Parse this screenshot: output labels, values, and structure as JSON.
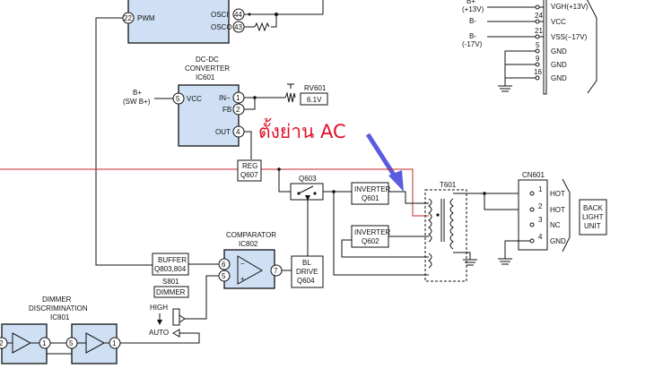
{
  "colors": {
    "ic_fill": "#cfe0f5",
    "signal_line": "#c0282e",
    "arrow": "#5b5be0",
    "note": "#e0102a",
    "wire": "#111111"
  },
  "top_ic": {
    "pin22": "22",
    "pwm": "PWM",
    "pin44": "44",
    "osci": "OSCI",
    "pin43": "43",
    "osco": "OSCO"
  },
  "connector_top": {
    "left_labels": [
      "B+",
      "(+13V)",
      "B-",
      "B-",
      "(-17V)"
    ],
    "pin_numbers": [
      "24",
      "21",
      "5",
      "9",
      "16"
    ],
    "pin_names": [
      "VGH(+13V)",
      "VCC",
      "VSS(−17V)",
      "GND",
      "GND",
      "GND"
    ]
  },
  "dcdc": {
    "title1": "DC-DC",
    "title2": "CONVERTER",
    "ref": "IC601",
    "bplus1": "B+",
    "bplus2": "(SW B+)",
    "pin5": "5",
    "vcc": "VCC",
    "pin1": "1",
    "in_minus": "IN−",
    "pin2": "2",
    "fb": "FB",
    "pin4": "4",
    "out": "OUT"
  },
  "rv601": {
    "ref": "RV601",
    "value": "6.1V"
  },
  "note": {
    "text": "ตั้งย่าน AC"
  },
  "reg": {
    "line1": "REG",
    "line2": "Q607"
  },
  "q603": {
    "label": "Q603"
  },
  "inverter1": {
    "line1": "INVERTER",
    "line2": "Q601"
  },
  "inverter2": {
    "line1": "INVERTER",
    "line2": "Q602"
  },
  "t601": {
    "label": "T601"
  },
  "cn601": {
    "ref": "CN601",
    "pins": [
      "1",
      "2",
      "3",
      "4"
    ],
    "names": [
      "HOT",
      "HOT",
      "NC",
      "GND"
    ],
    "unit": [
      "BACK",
      "LIGHT",
      "UNIT"
    ]
  },
  "comparator": {
    "title": "COMPARATOR",
    "ref": "IC802",
    "pin6": "6",
    "pin5": "5",
    "pin7": "7",
    "minus": "−",
    "plus": "+"
  },
  "bl_drive": {
    "line1": "BL",
    "line2": "DRIVE",
    "line3": "Q604"
  },
  "buffer": {
    "line1": "BUFFER",
    "line2": "Q803,804"
  },
  "s801": {
    "ref": "S801",
    "name": "DIMMER",
    "high": "HIGH",
    "auto": "AUTO"
  },
  "dimmer": {
    "title1": "DIMMER",
    "title2": "DISCRIMINATION",
    "ref": "IC801",
    "pins": [
      "2",
      "1",
      "5",
      "1"
    ]
  }
}
